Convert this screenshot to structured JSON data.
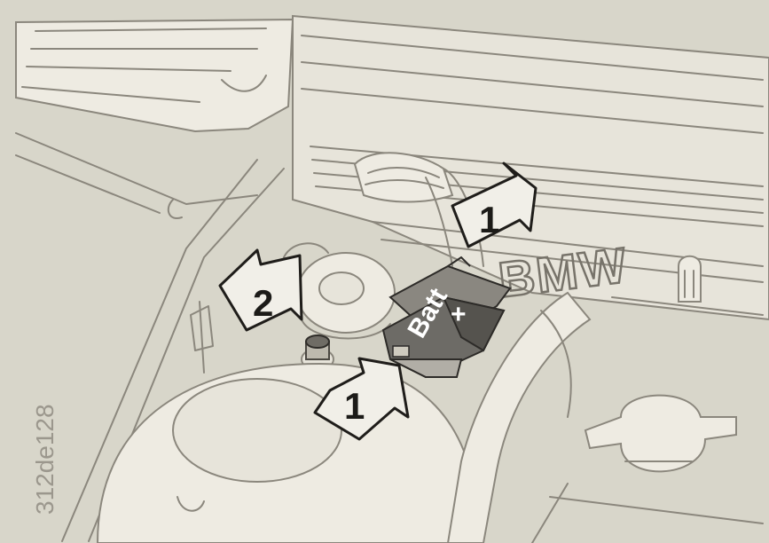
{
  "figure": {
    "figure_id": "312de128",
    "brand_text": "BMW",
    "component_label": {
      "line1": "Batt",
      "line2": "+"
    },
    "callouts": [
      {
        "label": "1"
      },
      {
        "label": "1"
      },
      {
        "label": "2"
      }
    ]
  },
  "colors": {
    "background": "#d8d6ca",
    "line_art": "#8b877d",
    "terminal_body": "#6d6b66",
    "callout_fill": "#f1efe8",
    "callout_stroke": "#1f1d1a"
  }
}
